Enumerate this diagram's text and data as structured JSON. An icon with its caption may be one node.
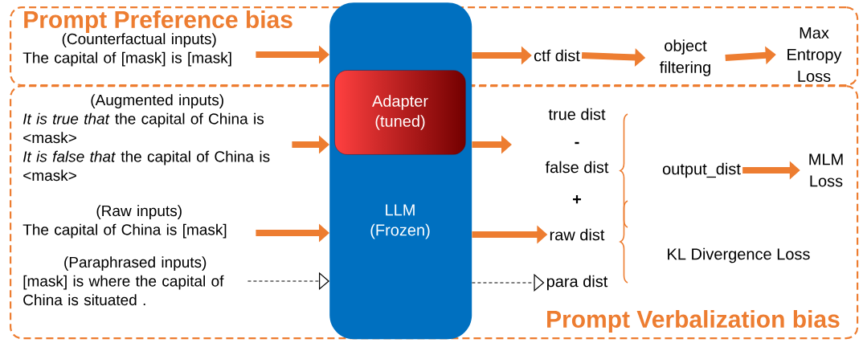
{
  "diagram": {
    "nodes": [
      {
        "text": [
          "Prompt Preference bias"
        ]
      },
      {
        "text": [
          "Prompt Verbalization bias"
        ]
      },
      {
        "text": [
          "LLM (Frozen)"
        ]
      },
      {
        "text": [
          "Adapter (tuned)"
        ],
        "in": 2
      },
      {
        "text": [
          "(Counterfactual inputs)",
          "The capital of [mask] is [mask]"
        ],
        "in": 0
      },
      {
        "text": [
          "(Augmented inputs)",
          "*It is true that* the capital of China is <mask>",
          "*It is false that* the capital of China is <mask>"
        ],
        "in": 1
      },
      {
        "text": [
          "(Raw inputs)",
          "The capital of China is [mask]"
        ],
        "in": 1
      },
      {
        "text": [
          "(Paraphrased inputs)",
          "[mask] is where the capital of China is situated ."
        ],
        "in": 1
      },
      {
        "text": [
          "ctf dist"
        ],
        "in": 0
      },
      {
        "text": [
          "object filtering"
        ],
        "in": 0
      },
      {
        "text": [
          "Max Entropy Loss"
        ],
        "in": 0
      },
      {
        "text": [
          "true dist"
        ],
        "in": 1
      },
      {
        "text": [
          "false dist"
        ],
        "in": 1
      },
      {
        "text": [
          "raw dist"
        ],
        "in": 1
      },
      {
        "text": [
          "para dist"
        ],
        "in": 1
      },
      {
        "text": [
          "output_dist"
        ],
        "in": 1
      },
      {
        "text": [
          "MLM Loss"
        ],
        "in": 1
      },
      {
        "text": [
          "KL Divergence Loss"
        ],
        "in": 1
      }
    ],
    "edges": [
      {
        "from": 4,
        "to": 2,
        "arrow": "to"
      },
      {
        "from": 5,
        "to": 2,
        "arrow": "to"
      },
      {
        "from": 6,
        "to": 2,
        "arrow": "to"
      },
      {
        "from": 7,
        "to": 2,
        "arrow": "to",
        "style": "dashed",
        "color": "#000000"
      },
      {
        "from": 2,
        "to": 8,
        "arrow": "to"
      },
      {
        "from": 8,
        "to": 9,
        "arrow": "to"
      },
      {
        "from": 9,
        "to": 10,
        "arrow": "to"
      },
      {
        "from": 2,
        "to": null,
        "arrow": "to"
      },
      {
        "from": 2,
        "to": 13,
        "arrow": "to"
      },
      {
        "from": 2,
        "to": 14,
        "arrow": "to",
        "style": "dashed",
        "color": "#000000"
      },
      {
        "from": 15,
        "to": 16,
        "arrow": "to"
      }
    ],
    "labels": [
      "-",
      "+"
    ]
  }
}
